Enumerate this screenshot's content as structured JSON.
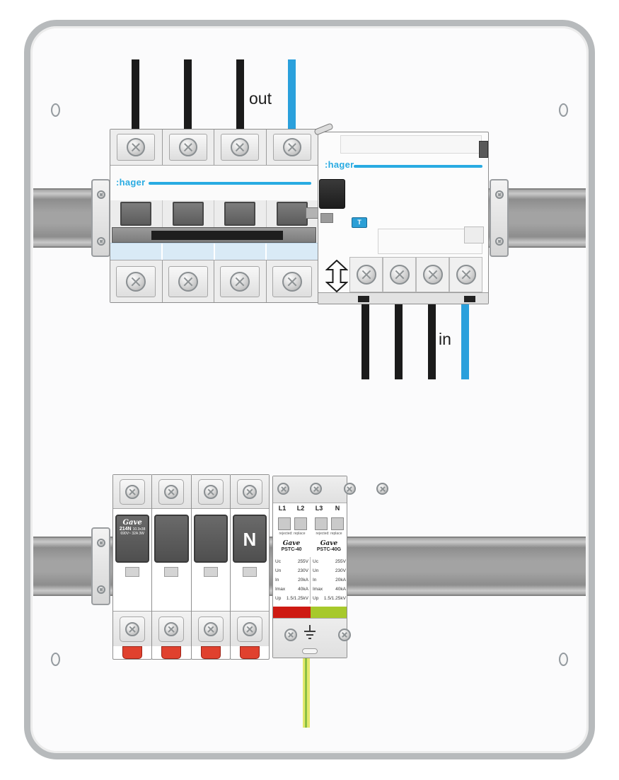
{
  "labels": {
    "out": "out",
    "in": "in"
  },
  "mcb": {
    "brand": ":hager"
  },
  "rcd": {
    "brand": ":hager",
    "test_button": "T"
  },
  "fuse_holder": {
    "brand": "Gave",
    "model": "214N",
    "fuse_size": "10.3x38",
    "rating_voltage": "690V~",
    "rating_current": "32A",
    "rating_poles": "3W",
    "neutral_label": "N"
  },
  "spd": {
    "terminals": [
      "L1",
      "L2",
      "L3",
      "N"
    ],
    "left": {
      "status": "rejected: replace",
      "brand": "Gave",
      "model": "PSTC-40",
      "specs": [
        {
          "k": "Uc",
          "v": "255V"
        },
        {
          "k": "Un",
          "v": "230V"
        },
        {
          "k": "In",
          "v": "20kA"
        },
        {
          "k": "Imax",
          "v": "40kA"
        },
        {
          "k": "Up",
          "v": "1.5/1.25kV"
        }
      ]
    },
    "right": {
      "status": "rejected: replace",
      "brand": "Gave",
      "model": "PSTC-40G",
      "specs": [
        {
          "k": "Uc",
          "v": "255V"
        },
        {
          "k": "Un",
          "v": "230V"
        },
        {
          "k": "In",
          "v": "20kA"
        },
        {
          "k": "Imax",
          "v": "40kA"
        },
        {
          "k": "Up",
          "v": "1.5/1.25kV"
        }
      ]
    }
  },
  "colors": {
    "hager_blue": "#29abe2",
    "wire_blue": "#2aa0dc",
    "wire_black": "#1b1b1b",
    "earth_wire_yellow": "#e3e86c",
    "earth_wire_green": "#8cbf44",
    "spd_indicator_red": "#ce1a12",
    "spd_indicator_green": "#a7c92c",
    "fuse_clip_red": "#e0412e"
  }
}
